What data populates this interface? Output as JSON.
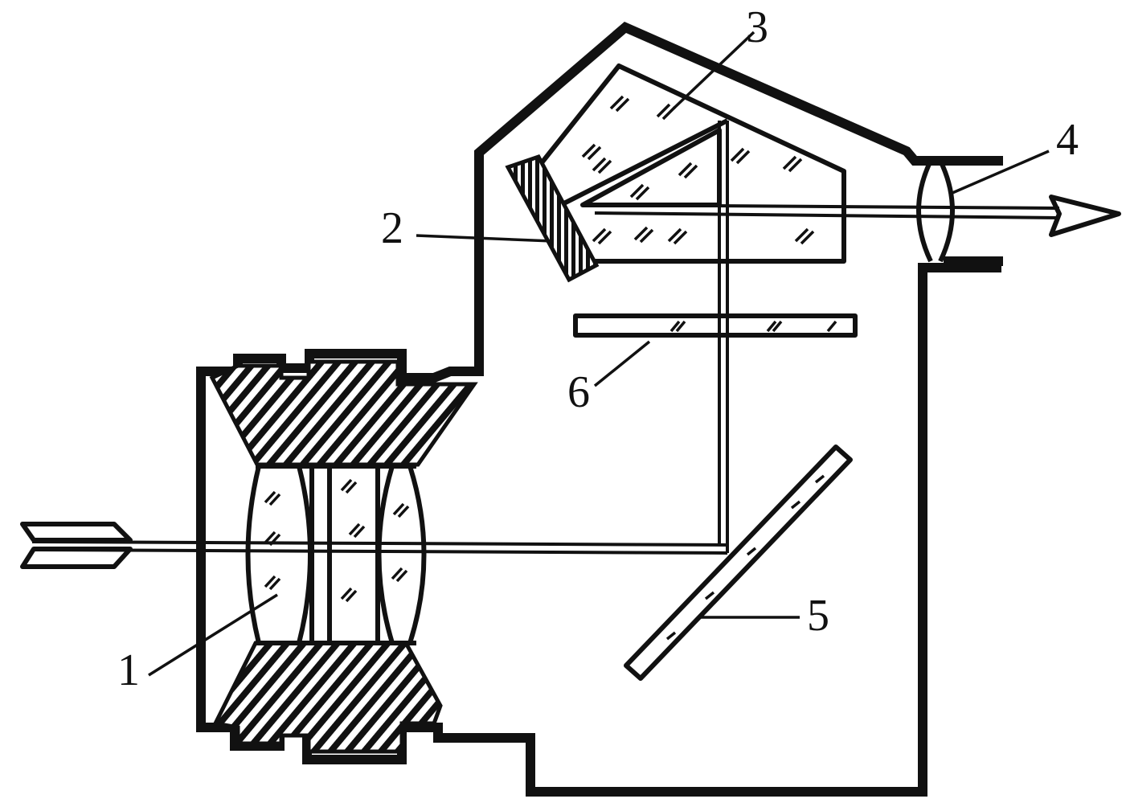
{
  "diagram": {
    "labels": [
      {
        "id": "1",
        "text": "1"
      },
      {
        "id": "2",
        "text": "2"
      },
      {
        "id": "3",
        "text": "3"
      },
      {
        "id": "4",
        "text": "4"
      },
      {
        "id": "5",
        "text": "5"
      },
      {
        "id": "6",
        "text": "6"
      }
    ],
    "colors": {
      "ink": "#111111",
      "paper": "#ffffff"
    }
  }
}
